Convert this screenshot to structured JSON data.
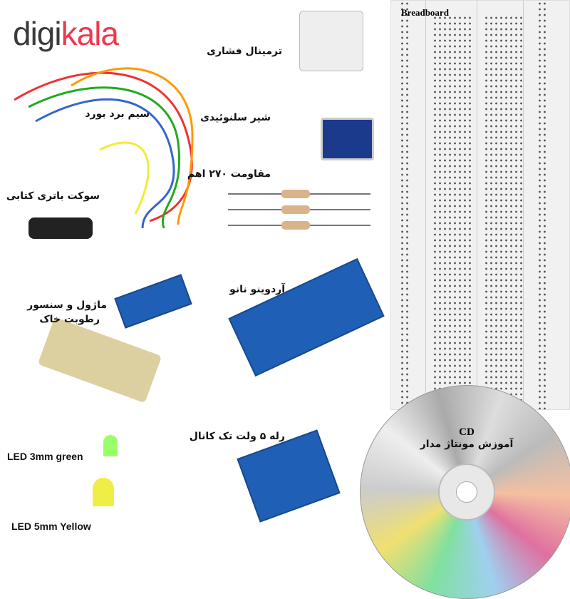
{
  "logo": {
    "part1": "digi",
    "part2": "kala"
  },
  "breadboard": {
    "label": "Breadboard"
  },
  "labels": {
    "terminal": "ترمینال فشاری",
    "solenoid": "شیر سلنوئیدی",
    "resistor": "مقاومت ۲۷۰ اهم",
    "jumper_wires": "سیم برد بورد",
    "battery_socket": "سوکت باتری کتابی",
    "soil_sensor_line1": "ماژول و سنسور",
    "soil_sensor_line2": "رطوبت خاک",
    "arduino_nano": "آردوینو نانو",
    "relay": "رله ۵ ولت تک کانال",
    "led_green": "LED 3mm green",
    "led_yellow": "LED 5mm Yellow"
  },
  "cd": {
    "title": "CD",
    "subtitle": "آموزش مونتاژ مدار"
  }
}
